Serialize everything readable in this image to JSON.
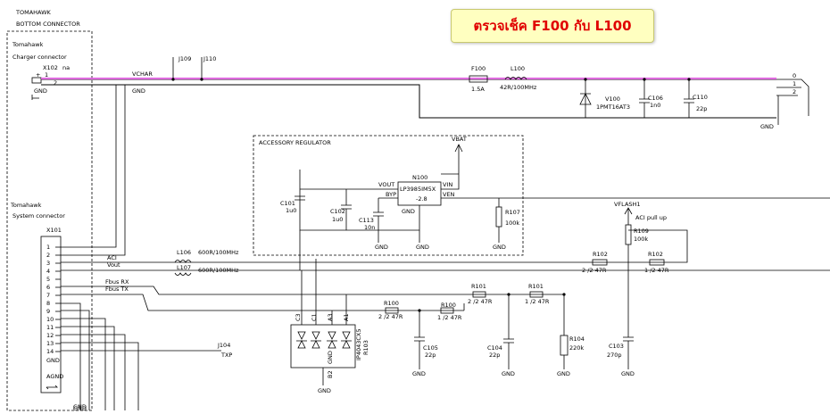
{
  "callout": {
    "text": "ตรวจเช็ค F100 กับ L100"
  },
  "blocks": {
    "bottom_connector_1": "TOMAHAWK",
    "bottom_connector_2": "BOTTOM CONNECTOR",
    "charger_1": "Tomahawk",
    "charger_2": "Charger connector",
    "system_1": "Tomahawk",
    "system_2": "System connector",
    "accessory_regulator": "ACCESSORY REGULATOR"
  },
  "labels": {
    "x102": "X102",
    "na": "na",
    "plus": "+",
    "pin1": "1",
    "pin2": "2",
    "gnd_x102": "GND",
    "vchar": "VCHAR",
    "gnd_line": "GND",
    "j109": "J109",
    "j110": "J110",
    "f100": "F100",
    "f100_val": "1.5A",
    "l100": "L100",
    "l100_val": "42R/100MHz",
    "v100": "V100",
    "v100_val": "1PMT16AT3",
    "c106": "C106",
    "c106_val": "1n0",
    "c110": "C110",
    "c110_val": "22p",
    "r_pin0": "0",
    "r_pin1": "1",
    "r_pin2": "2",
    "gnd_right": "GND",
    "vbat": "VBAT",
    "n100": "N100",
    "n100_part": "LP3985IM5X",
    "n100_volt": "-2.8",
    "vout": "VOUT",
    "byp": "BYP",
    "vin": "VIN",
    "ven": "VEN",
    "gnd_n100": "GND",
    "c101": "C101",
    "c101_val": "1u0",
    "c102": "C102",
    "c102_val": "1u0",
    "c113": "C113",
    "c113_val": "10n",
    "r107": "R107",
    "r107_val": "100k",
    "gnd_a": "GND",
    "gnd_b": "GND",
    "gnd_c": "GND",
    "vflash1": "VFLASH1",
    "aci_pullup": "ACI pull up",
    "r109": "R109",
    "r109_val": "100k",
    "r102a": "R102",
    "r102a_val": "2 /2 47R",
    "r102b": "R102",
    "r102b_val": "1 /2 47R",
    "x101": "X101",
    "aci": "ACI",
    "vout_sig": "Vout",
    "fbus_rx": "Fbus RX",
    "fbus_tx": "Fbus TX",
    "l106": "L106",
    "l106_val": "600R/100MHz",
    "l107": "L107",
    "l107_val": "600R/100MHz",
    "r101a": "R101",
    "r101a_val": "2 /2 47R",
    "r101b": "R101",
    "r101b_val": "1 /2 47R",
    "r100a": "R100",
    "r100a_val": "2 /2 47R",
    "r100b": "R100",
    "r100b_val": "1 /2 47R",
    "c105": "C105",
    "c105_val": "22p",
    "c104": "C104",
    "c104_val": "22p",
    "r104": "R104",
    "r104_val": "220k",
    "c103": "C103",
    "c103_val": "270p",
    "j104": "J104",
    "txp": "TXP",
    "gnd_x101a": "GND",
    "agnd": "AGND",
    "gnd_x101b": "GND",
    "gnd_bottom": "GND",
    "v_c3": "C3",
    "v_c1": "C1",
    "v_a3": "A3",
    "v_a1": "A1",
    "v_part": "IP4043CX5",
    "v_ref": "R103",
    "v_gnd": "GND",
    "v_b2": "B2",
    "gnd_r100": "GND",
    "gnd_c104": "GND",
    "gnd_r104": "GND",
    "gnd_c103": "GND",
    "gnd_v": "GND"
  },
  "x101_pins": [
    "1",
    "2",
    "3",
    "4",
    "5",
    "6",
    "7",
    "8",
    "9",
    "10",
    "11",
    "12",
    "13",
    "14"
  ]
}
